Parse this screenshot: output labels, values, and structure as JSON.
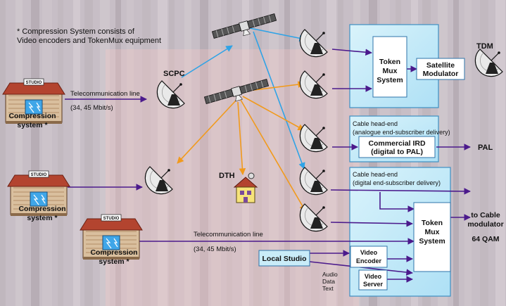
{
  "note": [
    "* Compression System consists of",
    "Video encoders and TokenMux equipment"
  ],
  "studios": [
    {
      "sign": "STUDIO",
      "caption": [
        "Compression",
        "system *"
      ]
    },
    {
      "sign": "STUDIO",
      "caption": [
        "Compression",
        "system *"
      ]
    },
    {
      "sign": "STUDIO",
      "caption": [
        "Compression",
        "system *"
      ]
    }
  ],
  "links": {
    "telecom_1": "Telecommunication line",
    "rate_1": "(34, 45 Mbit/s)",
    "telecom_2": "Telecommunication line",
    "rate_2": "(34, 45 Mbit/s)"
  },
  "labels": {
    "scpc": "SCPC",
    "dth": "DTH",
    "tdm": "TDM",
    "pal": "PAL",
    "cable_modulator": [
      "to Cable",
      "modulator",
      "64 QAM"
    ],
    "audio_data_text": [
      "Audio",
      "Data",
      "Text"
    ]
  },
  "boxes": {
    "token_mux_1": [
      "Token",
      "Mux",
      "System"
    ],
    "sat_modulator": [
      "Satellite",
      "Modulator"
    ],
    "cable_analog_title": [
      "Cable head-end",
      "(analogue end-subscriber delivery)"
    ],
    "commercial_ird": [
      "Commercial IRD",
      "(digital to PAL)"
    ],
    "cable_digital_title": [
      "Cable head-end",
      "(digital end-subscriber delivery)"
    ],
    "token_mux_2": [
      "Token",
      "Mux",
      "System"
    ],
    "video_encoder": [
      "Video",
      "Encoder"
    ],
    "video_server": [
      "Video",
      "Server"
    ],
    "local_studio": "Local Studio"
  },
  "colors": {
    "background": "#c9c0c8",
    "panel": "#c9ecf8",
    "panel_border": "#3e8fc2",
    "purple_arrow": "#4b1a8c",
    "orange_arrow": "#f19a1c",
    "blue_arrow": "#2fa3e6",
    "studio_roof": "#b3442f",
    "house": "#f6e37a",
    "dish": "#e6e6e6"
  },
  "icons": [
    "satellite-icon",
    "dish-antenna-icon",
    "studio-building-icon",
    "house-icon"
  ]
}
